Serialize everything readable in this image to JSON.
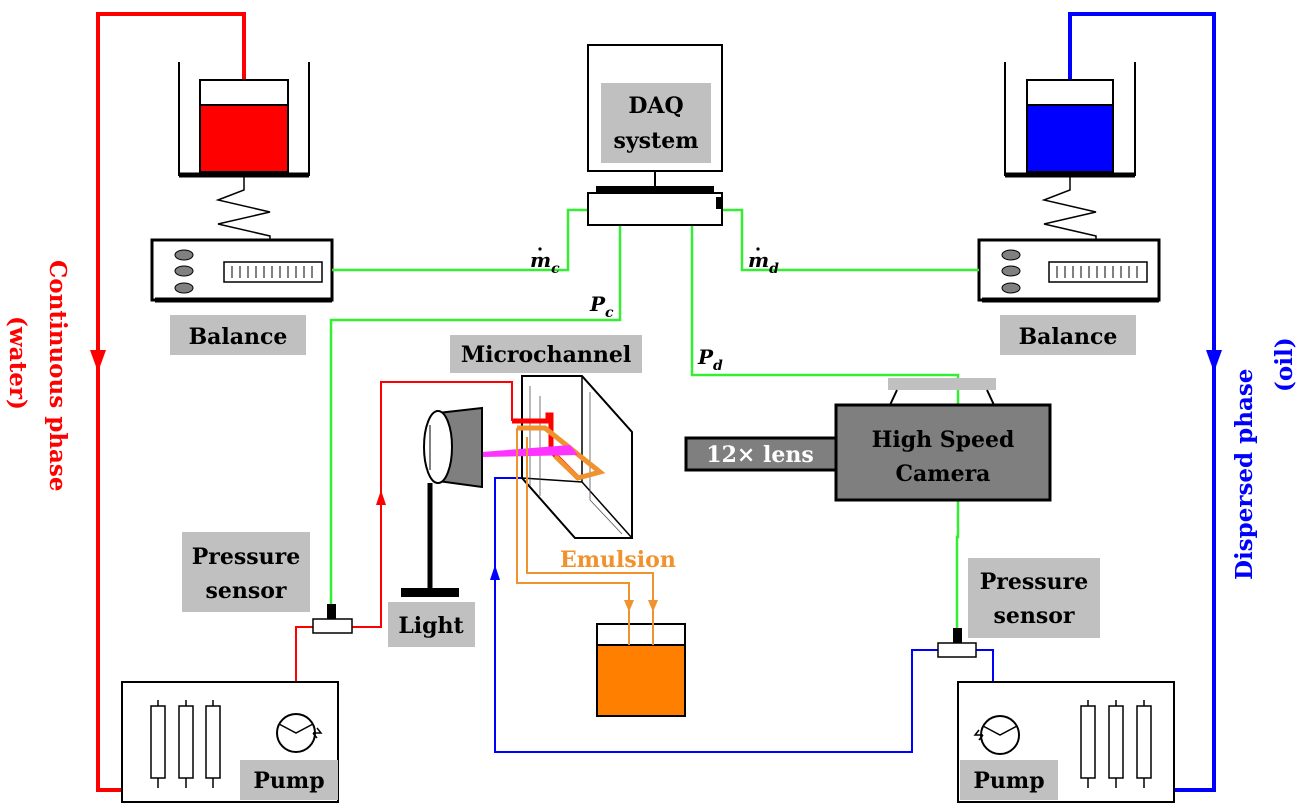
{
  "labels": {
    "daq_line1": "DAQ",
    "daq_line2": "system",
    "balance_left": "Balance",
    "balance_right": "Balance",
    "microchannel": "Microchannel",
    "lens": "12× lens",
    "camera_line1": "High Speed",
    "camera_line2": "Camera",
    "pressure_left_line1": "Pressure",
    "pressure_left_line2": "sensor",
    "pressure_right_line1": "Pressure",
    "pressure_right_line2": "sensor",
    "light": "Light",
    "emulsion": "Emulsion",
    "pump_left": "Pump",
    "pump_right": "Pump",
    "continuous_line1": "Continuous phase",
    "continuous_line2": "(water)",
    "dispersed_line1": "Dispersed phase",
    "dispersed_line2": "(oil)"
  },
  "signals": {
    "mc_symbol": "m",
    "mc_sub": "c",
    "md_symbol": "m",
    "md_sub": "d",
    "pc_symbol": "P",
    "pc_sub": "c",
    "pd_symbol": "P",
    "pd_sub": "d"
  },
  "colors": {
    "water": "#ff0000",
    "oil": "#0000ff",
    "signal": "#33ee33",
    "emulsion": "#f0922e",
    "emulsion_fill": "#ff8000",
    "label_box": "#c0c0c0",
    "camera": "#7f7f7f",
    "light_beam": "#ff33ff"
  }
}
